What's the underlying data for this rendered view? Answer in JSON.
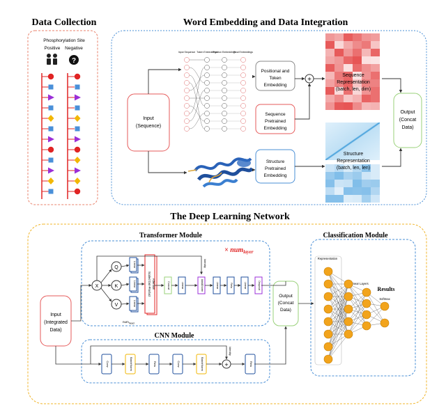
{
  "titles": {
    "data_collection": "Data Collection",
    "word_embedding": "Word Embedding and Data Integration",
    "deep_learning": "The Deep Learning Network"
  },
  "data_collection": {
    "header": "Phosphorylation Site",
    "positive": "Positive",
    "negative": "Negative",
    "marker_colors": {
      "circle": "#e02424",
      "square": "#4a90d9",
      "triangle": "#9b2fd8",
      "diamond": "#f2b705"
    }
  },
  "embedding": {
    "input": [
      "Input",
      "(Sequence)"
    ],
    "pos_token": [
      "Positional and",
      "Token",
      "Embedding"
    ],
    "seq_pretrained": [
      "Sequence",
      "Pretrained",
      "Embedding"
    ],
    "struct_pretrained": [
      "Structure",
      "Pretrained",
      "Embedding"
    ],
    "seq_repr": [
      "Sequence",
      "Representation",
      "(batch, len, dim)"
    ],
    "struct_repr": [
      "Structure",
      "Representation",
      "(batch, len, len)"
    ],
    "output": [
      "Output",
      "(Concat",
      "Data)"
    ],
    "plus": "+",
    "mini_headers": [
      "Input Sequence",
      "Token Embeddings",
      "Position Embeddings",
      "Final Embeddings"
    ]
  },
  "transformer": {
    "title": "Transformer Module",
    "num_layer": "× num",
    "num_layer_sub": "layer",
    "q": "Q",
    "k": "K",
    "v": "V",
    "x": "X",
    "linear": "Linear",
    "sdpa": [
      "Scaled Dot-Product",
      "Attention"
    ],
    "concat": "Concat",
    "addnorm": "Add&Norm",
    "relu": "Relu",
    "dropout": "Dropout",
    "identity": "Identity",
    "num_head": "num",
    "num_head_sub": "head"
  },
  "cnn": {
    "title": "CNN Module",
    "conv": "Conv",
    "batchnorm": "BatchNorm",
    "relu": "Relu",
    "identity": "Identity",
    "plus": "+"
  },
  "network": {
    "input": [
      "Input",
      "(Integrated",
      "Data)"
    ],
    "output": [
      "Output",
      "(Concat",
      "Data)"
    ]
  },
  "classification": {
    "title": "Classification Module",
    "representation": "Representation",
    "linear_layers": "Linear Layers",
    "softmax": "Softmax",
    "results": "Results"
  }
}
